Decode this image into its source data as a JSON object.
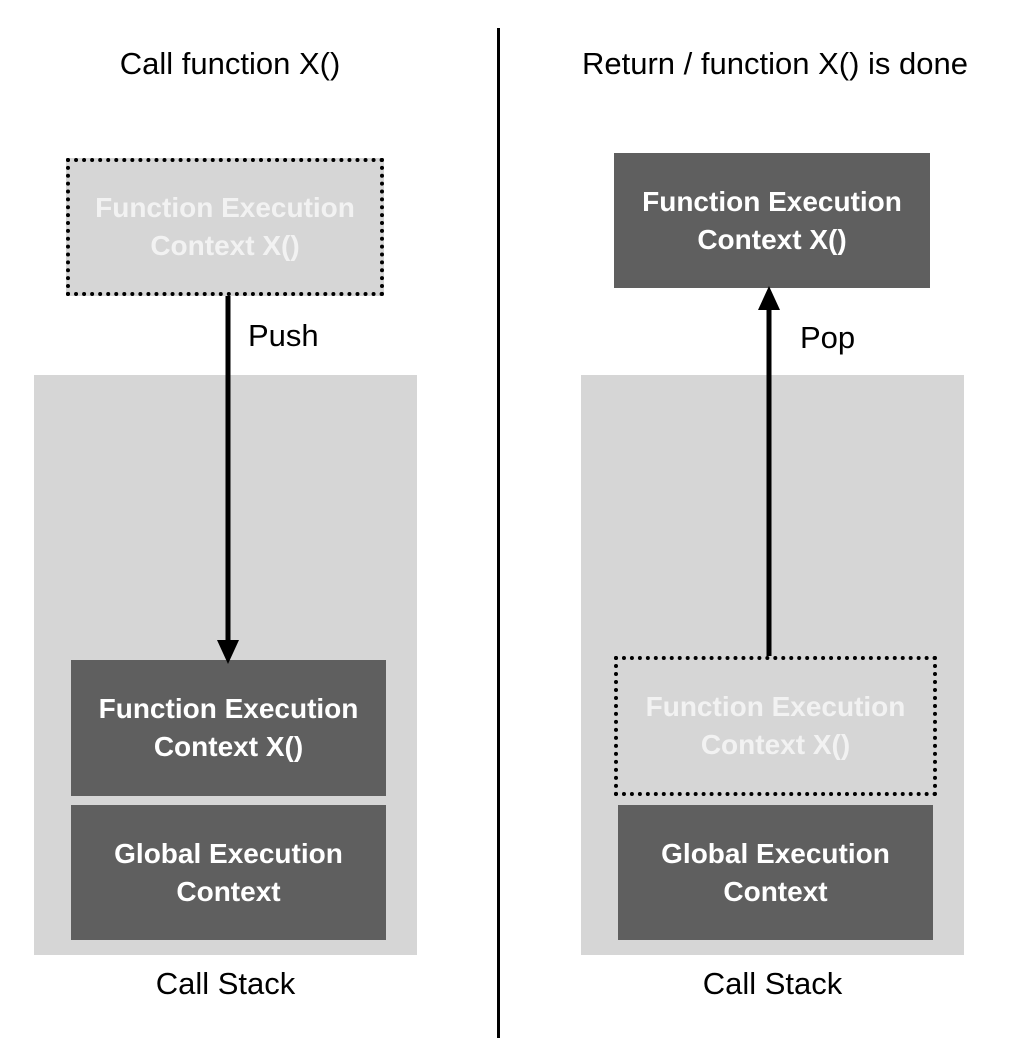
{
  "left_panel": {
    "heading": "Call function X()",
    "incoming_frame": {
      "line1": "Function Execution",
      "line2": "Context X()"
    },
    "operation": "Push",
    "stack": {
      "top_frame": {
        "line1": "Function Execution",
        "line2": "Context X()"
      },
      "bottom_frame": {
        "line1": "Global Execution",
        "line2": "Context"
      },
      "caption": "Call Stack"
    }
  },
  "right_panel": {
    "heading": "Return / function X() is done",
    "popped_frame": {
      "line1": "Function Execution",
      "line2": "Context X()"
    },
    "operation": "Pop",
    "stack": {
      "removed_frame": {
        "line1": "Function Execution",
        "line2": "Context X()"
      },
      "bottom_frame": {
        "line1": "Global Execution",
        "line2": "Context"
      },
      "caption": "Call Stack"
    }
  },
  "colors": {
    "frame_fill": "#5f5f5f",
    "stack_fill": "#d6d6d6",
    "ghost_text": "#f2f2f2",
    "line": "#000000"
  }
}
